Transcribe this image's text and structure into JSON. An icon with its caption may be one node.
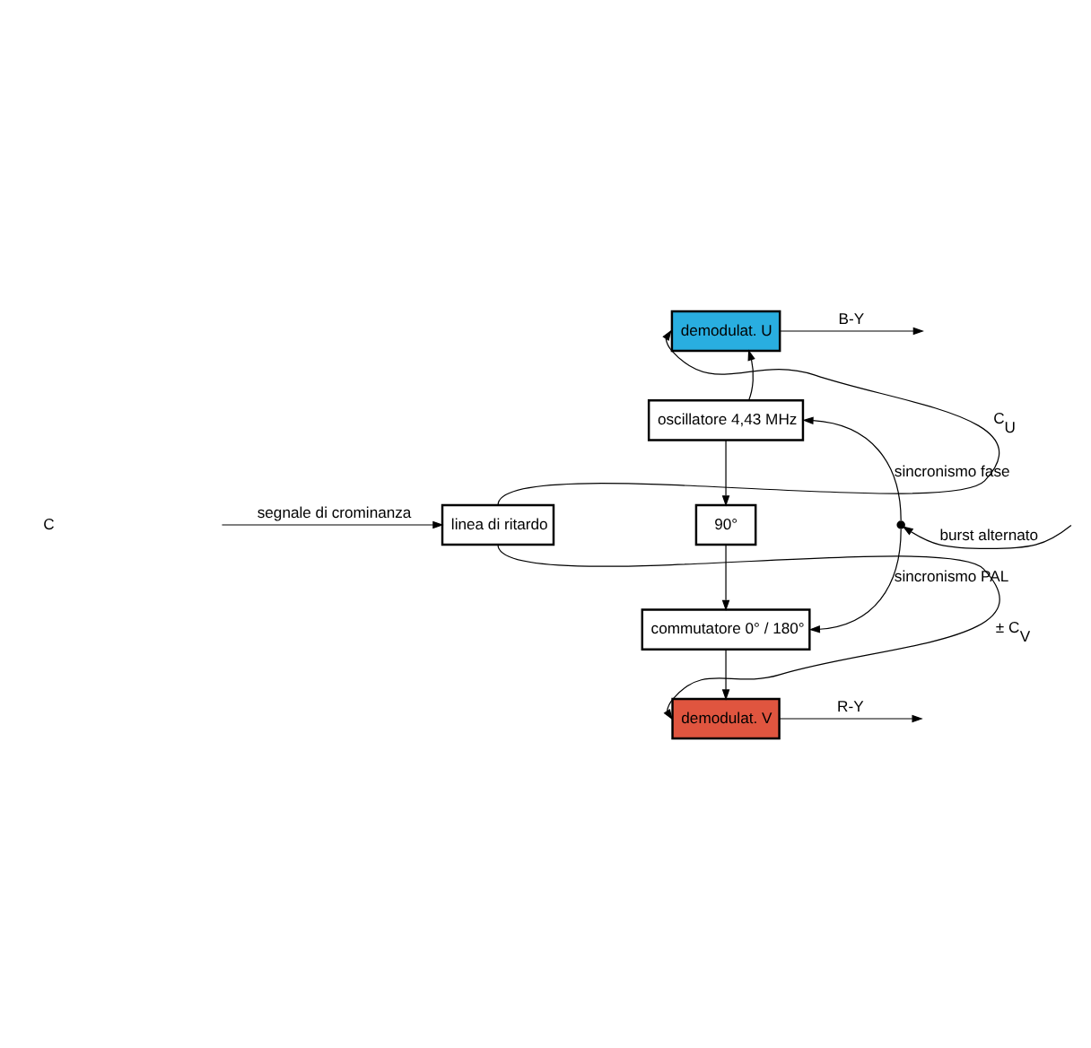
{
  "diagram": {
    "nodes": [
      {
        "text": [
          "demodulat. U"
        ]
      },
      {
        "text": [
          "oscillatore 4,43 MHz"
        ]
      },
      {
        "text": [
          "90°"
        ]
      },
      {
        "text": [
          "commutatore 0° / 180°"
        ]
      },
      {
        "text": [
          "demodulat. V"
        ]
      },
      {
        "text": [
          "linea di ritardo"
        ]
      },
      {
        "text": [],
        "shape": "dot"
      }
    ],
    "edges": [
      {
        "from": null,
        "to": 5,
        "arrow": "to",
        "label": "segnale di crominanza"
      },
      {
        "from": 5,
        "to": 0,
        "arrow": "to",
        "label": "C$_{U}$"
      },
      {
        "from": 5,
        "to": 4,
        "arrow": "to",
        "label": "± C$_{V}$"
      },
      {
        "from": 1,
        "to": 0,
        "arrow": "to"
      },
      {
        "from": 1,
        "to": 2,
        "arrow": "to"
      },
      {
        "from": 2,
        "to": 3,
        "arrow": "to"
      },
      {
        "from": 3,
        "to": 4,
        "arrow": "to"
      },
      {
        "from": null,
        "to": 6,
        "arrow": "to",
        "label": "burst alternato"
      },
      {
        "from": 6,
        "to": 1,
        "arrow": "to",
        "label": "sincronismo fase"
      },
      {
        "from": 6,
        "to": 3,
        "arrow": "to",
        "label": "sincronismo PAL"
      },
      {
        "from": 0,
        "to": null,
        "arrow": "to",
        "label": "B-Y"
      },
      {
        "from": 4,
        "to": null,
        "arrow": "to",
        "label": "R-Y"
      }
    ],
    "labels": [
      "C"
    ]
  }
}
